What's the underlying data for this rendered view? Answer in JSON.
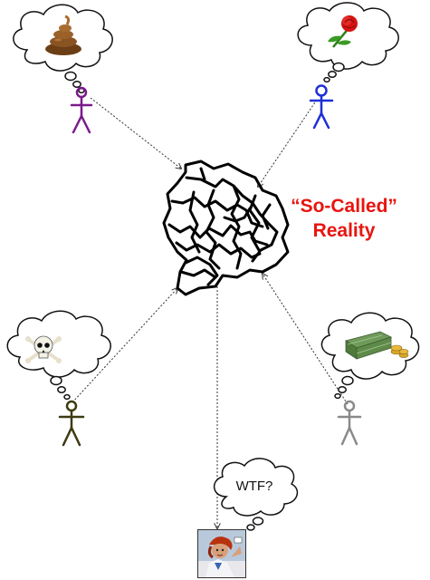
{
  "reality_label": {
    "line1": "“So-Called”",
    "line2": "Reality"
  },
  "wtf_bubble": {
    "text": "WTF?"
  },
  "figures": [
    {
      "id": "figure-top-left",
      "color": "#7b1a8c",
      "thought": "poop-icon"
    },
    {
      "id": "figure-top-right",
      "color": "#1d2fd6",
      "thought": "rose-icon"
    },
    {
      "id": "figure-bottom-left",
      "color": "#3d3a12",
      "thought": "skull-crossbones-icon"
    },
    {
      "id": "figure-bottom-right",
      "color": "#8a8a8a",
      "thought": "money-icon"
    }
  ],
  "colors": {
    "reality": "#e8140f",
    "scribble": "#000000",
    "arrows": "#333333"
  }
}
